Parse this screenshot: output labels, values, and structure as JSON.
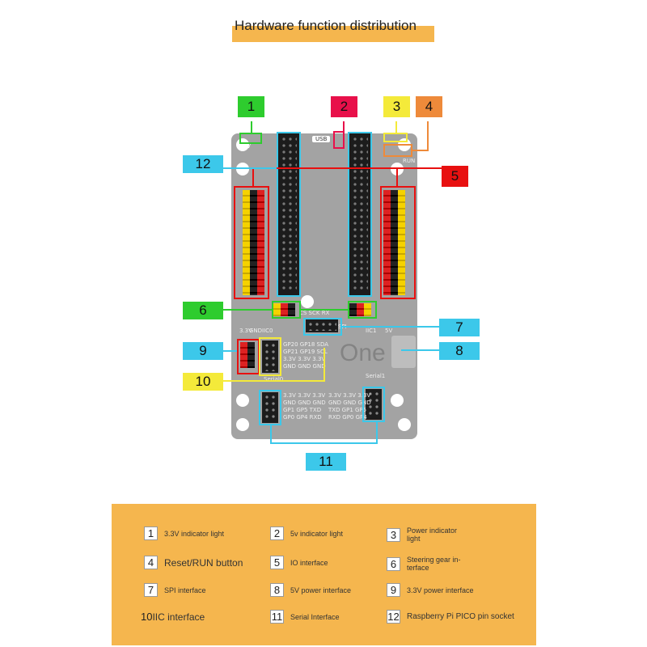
{
  "title": "Hardware function distribution",
  "watermark": "One",
  "board_labels": {
    "usb": "USB",
    "run": "RUN",
    "v33": "3.3V",
    "gnd": "GND",
    "v5": "5V",
    "iic0": "IIC0",
    "iic1": "IIC1",
    "spi": "SPI",
    "spi_pins": "CS  SCK  RX",
    "serial0": "Serial0",
    "serial1": "Serial1",
    "iic_row1": "GP20 GP18 SDA",
    "iic_row2": "GP21 GP19 SCL",
    "iic_row3": "3.3V 3.3V 3.3V",
    "iic_row4": "GND  GND  GND",
    "ser_l1": "3.3V 3.3V 3.3V",
    "ser_l2": "GND  GND  GND",
    "ser_l3": "GP1  GP5  TXD",
    "ser_l4": "GP0  GP4  RXD",
    "ser_r1": "3.3V 3.3V 3.3V",
    "ser_r2": "GND  GND  GND",
    "ser_r3": "TXD  GP1  GP5",
    "ser_r4": "RXD  GP0  GP4"
  },
  "callouts": [
    {
      "num": "1",
      "color": "#2ecc2e"
    },
    {
      "num": "2",
      "color": "#e8104a"
    },
    {
      "num": "3",
      "color": "#f4ea3a"
    },
    {
      "num": "4",
      "color": "#ee8a3a"
    },
    {
      "num": "5",
      "color": "#e81010"
    },
    {
      "num": "6",
      "color": "#2ecc2e"
    },
    {
      "num": "7",
      "color": "#3cc8ea"
    },
    {
      "num": "8",
      "color": "#3cc8ea"
    },
    {
      "num": "9",
      "color": "#3cc8ea"
    },
    {
      "num": "10",
      "color": "#f4ea3a"
    },
    {
      "num": "11",
      "color": "#3cc8ea"
    },
    {
      "num": "12",
      "color": "#3cc8ea"
    }
  ],
  "legend": [
    {
      "num": "1",
      "label": "3.3V indicator light"
    },
    {
      "num": "2",
      "label": "5v indicator light"
    },
    {
      "num": "3",
      "label": "Power indicator light"
    },
    {
      "num": "4",
      "label": "Reset/RUN button"
    },
    {
      "num": "5",
      "label": "IO interface"
    },
    {
      "num": "6",
      "label": "Steering gear in-terface"
    },
    {
      "num": "7",
      "label": "SPI interface"
    },
    {
      "num": "8",
      "label": "5V power interface"
    },
    {
      "num": "9",
      "label": "3.3V power interface"
    },
    {
      "num": "10",
      "label": "IIC interface"
    },
    {
      "num": "11",
      "label": "Serial Interface"
    },
    {
      "num": "12",
      "label": "Raspberry Pi PICO pin socket"
    }
  ]
}
